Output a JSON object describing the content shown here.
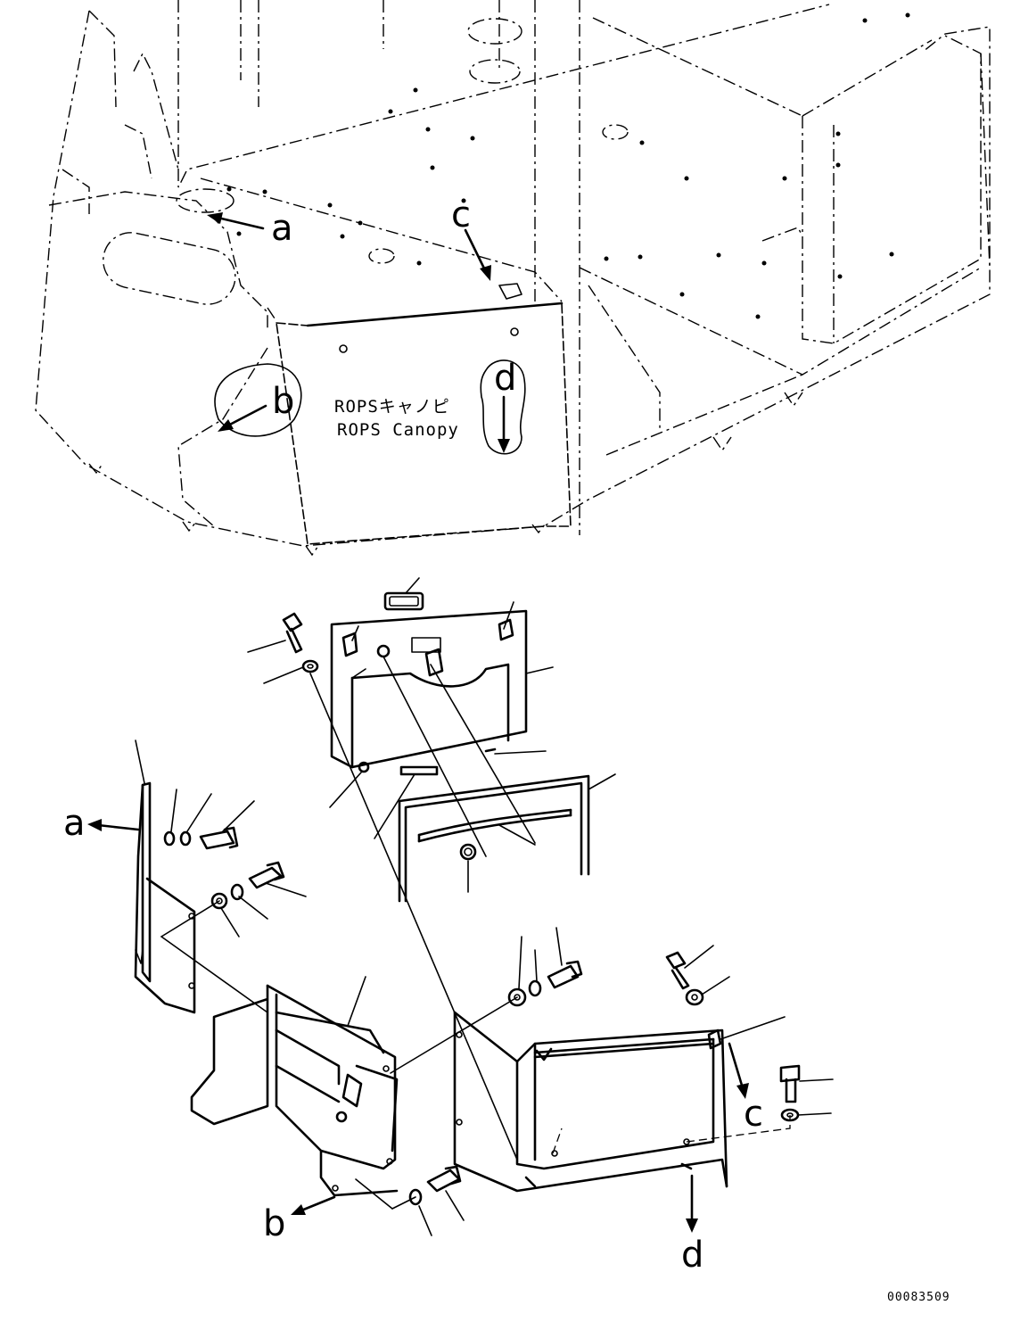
{
  "drawing": {
    "figure_id": "00083509",
    "panel_label_jp": "ROPSキャノピ",
    "panel_label_en": "ROPS Canopy"
  },
  "callouts": {
    "a": "a",
    "b": "b",
    "c": "c",
    "d": "d"
  }
}
